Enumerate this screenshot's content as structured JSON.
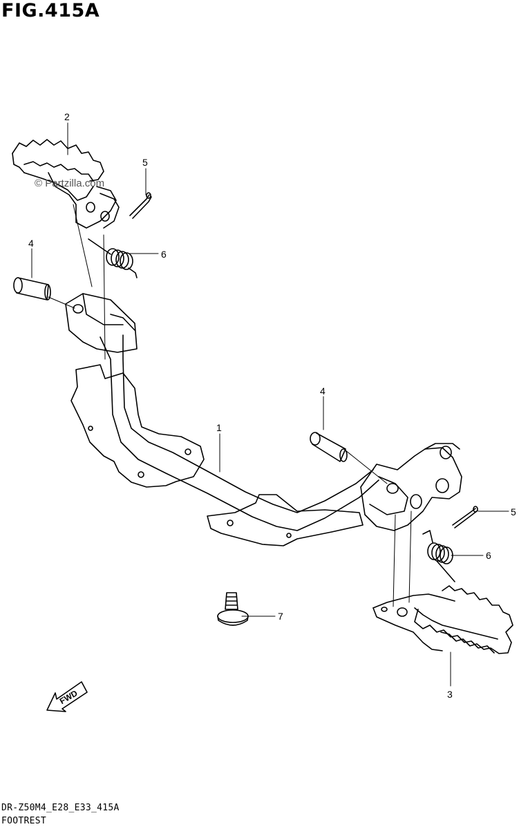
{
  "figure": {
    "title": "FIG.415A",
    "watermark": "© Partzilla.com",
    "fwd_label": "FWD"
  },
  "callouts": [
    {
      "id": "2",
      "label": "2"
    },
    {
      "id": "5",
      "label": "5"
    },
    {
      "id": "4",
      "label": "4"
    },
    {
      "id": "6",
      "label": "6"
    },
    {
      "id": "1",
      "label": "1"
    },
    {
      "id": "4b",
      "label": "4"
    },
    {
      "id": "5b",
      "label": "5"
    },
    {
      "id": "6b",
      "label": "6"
    },
    {
      "id": "7",
      "label": "7"
    },
    {
      "id": "3",
      "label": "3"
    }
  ],
  "footer": {
    "model_code": "DR-Z50M4_E28_E33_415A",
    "section_name": "FOOTREST"
  }
}
